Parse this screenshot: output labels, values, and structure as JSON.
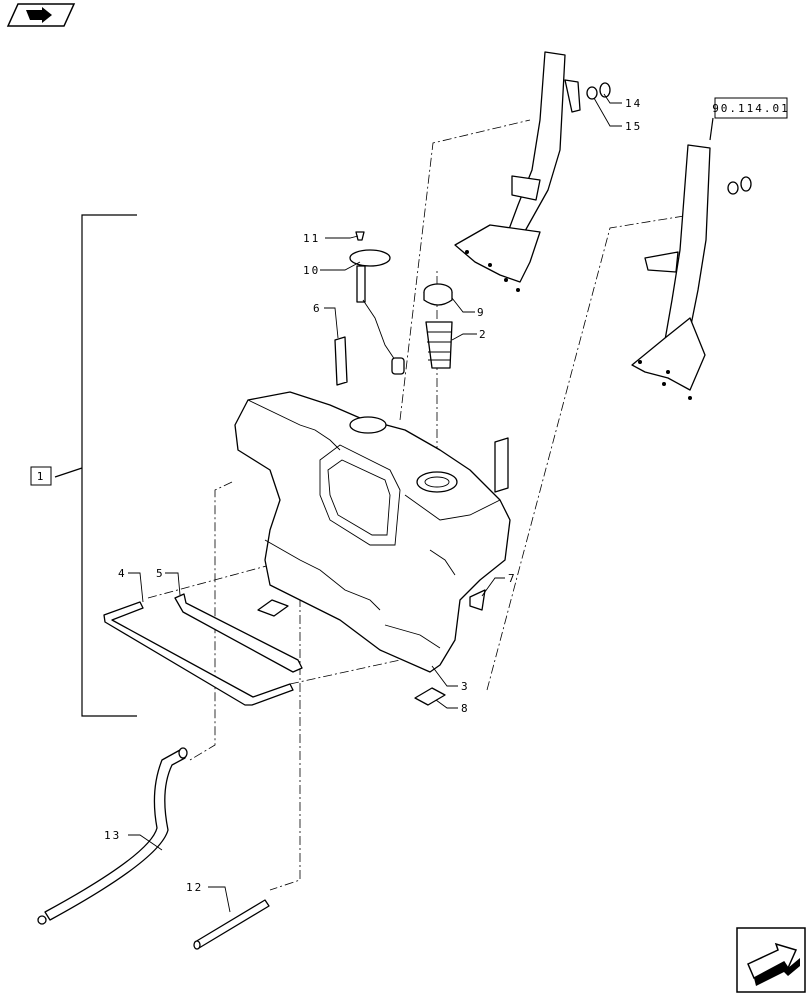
{
  "callouts": [
    {
      "id": "c1",
      "label": "1"
    },
    {
      "id": "c2",
      "label": "2"
    },
    {
      "id": "c3",
      "label": "3"
    },
    {
      "id": "c4",
      "label": "4"
    },
    {
      "id": "c5",
      "label": "5"
    },
    {
      "id": "c6",
      "label": "6"
    },
    {
      "id": "c7",
      "label": "7"
    },
    {
      "id": "c8",
      "label": "8"
    },
    {
      "id": "c9",
      "label": "9"
    },
    {
      "id": "c10",
      "label": "10"
    },
    {
      "id": "c11",
      "label": "11"
    },
    {
      "id": "c12",
      "label": "12"
    },
    {
      "id": "c13",
      "label": "13"
    },
    {
      "id": "c14",
      "label": "14"
    },
    {
      "id": "c15",
      "label": "15"
    }
  ],
  "reference": {
    "label": "90.114.01"
  },
  "icons": {
    "top_left": "book-arrow-icon",
    "bottom_right": "next-page-arrow-icon"
  }
}
